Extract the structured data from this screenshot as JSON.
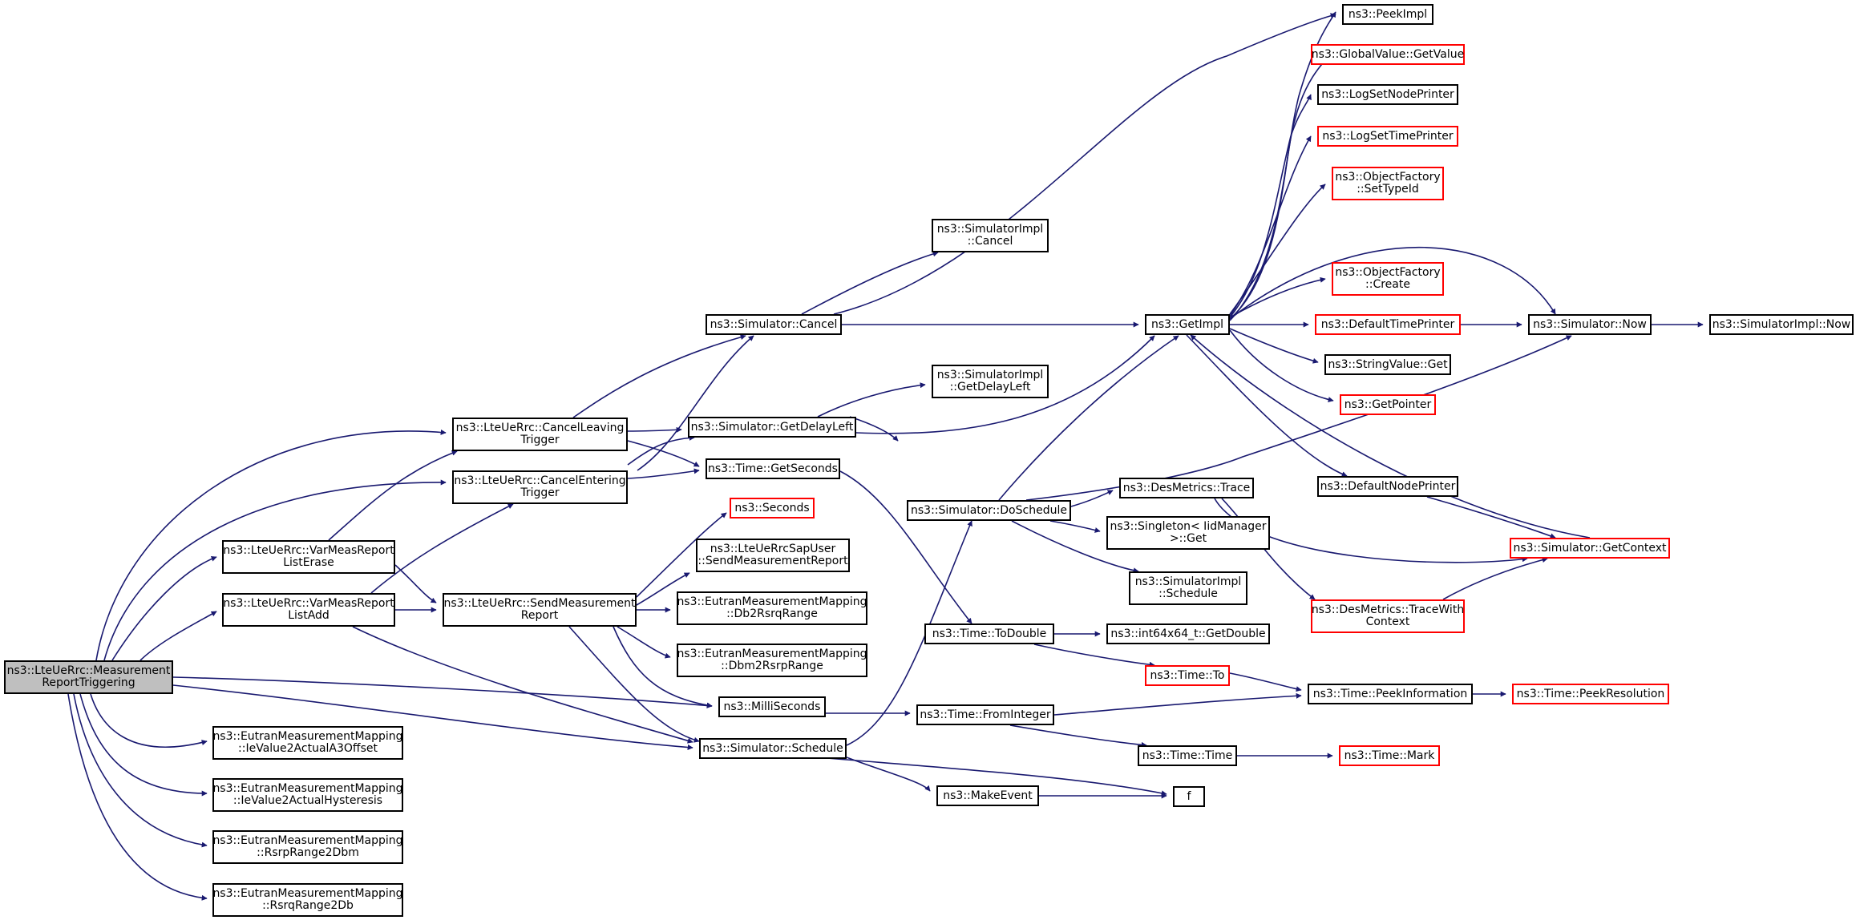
{
  "colors": {
    "edge": "#191970",
    "border_default": "#000000",
    "border_external": "#ff0000",
    "root_fill": "#bfbfbf"
  },
  "nodes": {
    "root": "ns3::LteUeRrc::Measurement\nReportTriggering",
    "peekImpl": "ns3::PeekImpl",
    "globalValueGetValue": "ns3::GlobalValue::GetValue",
    "logSetNodePrinter": "ns3::LogSetNodePrinter",
    "logSetTimePrinter": "ns3::LogSetTimePrinter",
    "objectFactorySetTypeId": "ns3::ObjectFactory\n::SetTypeId",
    "simulatorImplCancel": "ns3::SimulatorImpl\n::Cancel",
    "objectFactoryCreate": "ns3::ObjectFactory\n::Create",
    "simulatorCancel": "ns3::Simulator::Cancel",
    "getImpl": "ns3::GetImpl",
    "defaultTimePrinter": "ns3::DefaultTimePrinter",
    "simulatorNow": "ns3::Simulator::Now",
    "simulatorImplNow": "ns3::SimulatorImpl::Now",
    "stringValueGet": "ns3::StringValue::Get",
    "simulatorImplGetDelayLeft": "ns3::SimulatorImpl\n::GetDelayLeft",
    "getPointer": "ns3::GetPointer",
    "cancelLeavingTrigger": "ns3::LteUeRrc::CancelLeaving\nTrigger",
    "simulatorGetDelayLeft": "ns3::Simulator::GetDelayLeft",
    "cancelEnteringTrigger": "ns3::LteUeRrc::CancelEntering\nTrigger",
    "timeGetSeconds": "ns3::Time::GetSeconds",
    "defaultNodePrinter": "ns3::DefaultNodePrinter",
    "simulatorDoSchedule": "ns3::Simulator::DoSchedule",
    "desMetricsTrace": "ns3::DesMetrics::Trace",
    "seconds": "ns3::Seconds",
    "varMeasReportListErase": "ns3::LteUeRrc::VarMeasReport\nListErase",
    "sapUserSendMeasurementReport": "ns3::LteUeRrcSapUser\n::SendMeasurementReport",
    "singletonGet": "ns3::Singleton< IidManager\n>::Get",
    "simulatorGetContext": "ns3::Simulator::GetContext",
    "simulatorImplSchedule": "ns3::SimulatorImpl\n::Schedule",
    "varMeasReportListAdd": "ns3::LteUeRrc::VarMeasReport\nListAdd",
    "sendMeasurementReport": "ns3::LteUeRrc::SendMeasurement\nReport",
    "db2RsrqRange": "ns3::EutranMeasurementMapping\n::Db2RsrqRange",
    "desMetricsTraceWithContext": "ns3::DesMetrics::TraceWith\nContext",
    "timeToDouble": "ns3::Time::ToDouble",
    "int64GetDouble": "ns3::int64x64_t::GetDouble",
    "dbm2RsrpRange": "ns3::EutranMeasurementMapping\n::Dbm2RsrpRange",
    "timeTo": "ns3::Time::To",
    "timePeekInformation": "ns3::Time::PeekInformation",
    "timePeekResolution": "ns3::Time::PeekResolution",
    "milliSeconds": "ns3::MilliSeconds",
    "timeFromInteger": "ns3::Time::FromInteger",
    "ieValue2ActualA3Offset": "ns3::EutranMeasurementMapping\n::IeValue2ActualA3Offset",
    "simulatorSchedule": "ns3::Simulator::Schedule",
    "timeTime": "ns3::Time::Time",
    "timeMark": "ns3::Time::Mark",
    "ieValue2ActualHysteresis": "ns3::EutranMeasurementMapping\n::IeValue2ActualHysteresis",
    "makeEvent": "ns3::MakeEvent",
    "f": "f",
    "rsrpRange2Dbm": "ns3::EutranMeasurementMapping\n::RsrpRange2Dbm",
    "rsrqRange2Db": "ns3::EutranMeasurementMapping\n::RsrqRange2Db"
  }
}
